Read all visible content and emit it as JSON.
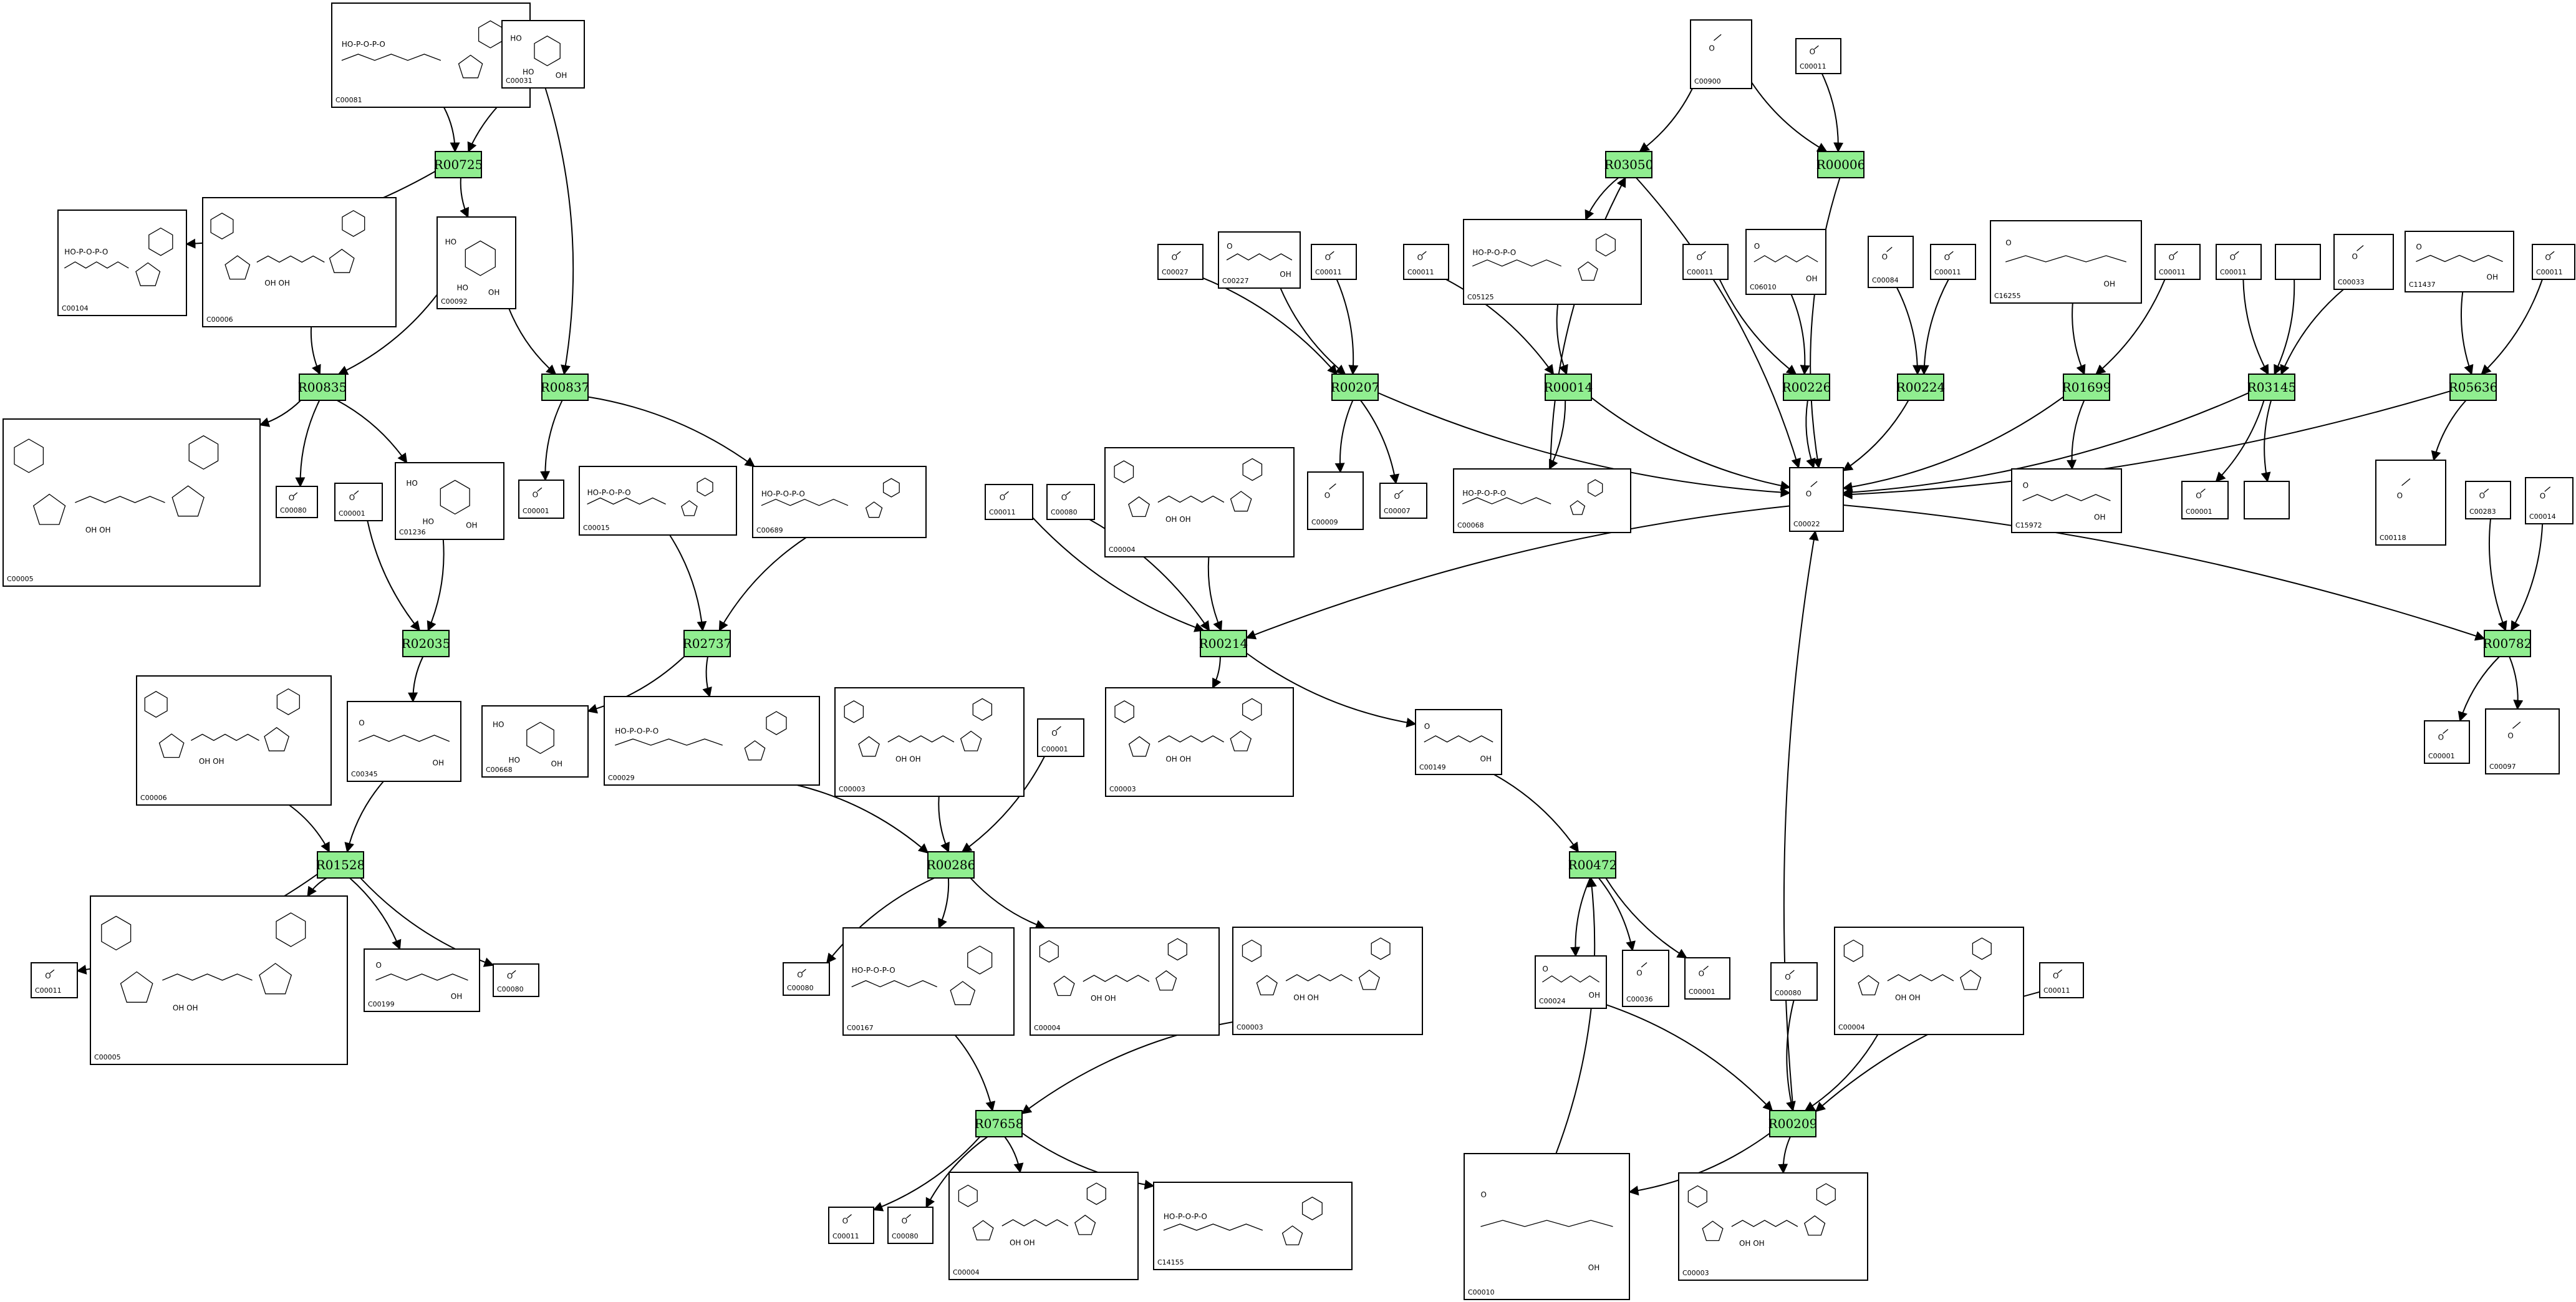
{
  "diagram": {
    "reactions": [
      {
        "id": "r00725",
        "label": "R00725"
      },
      {
        "id": "r03050",
        "label": "R03050"
      },
      {
        "id": "r00006",
        "label": "R00006"
      },
      {
        "id": "r00835",
        "label": "R00835"
      },
      {
        "id": "r00837",
        "label": "R00837"
      },
      {
        "id": "r00207",
        "label": "R00207"
      },
      {
        "id": "r00014",
        "label": "R00014"
      },
      {
        "id": "r00226",
        "label": "R00226"
      },
      {
        "id": "r00224",
        "label": "R00224"
      },
      {
        "id": "r01699",
        "label": "R01699"
      },
      {
        "id": "r03145",
        "label": "R03145"
      },
      {
        "id": "r05636",
        "label": "R05636"
      },
      {
        "id": "r02035",
        "label": "R02035"
      },
      {
        "id": "r02737",
        "label": "R02737"
      },
      {
        "id": "r00214",
        "label": "R00214"
      },
      {
        "id": "r00782",
        "label": "R00782"
      },
      {
        "id": "r01528",
        "label": "R01528"
      },
      {
        "id": "r00286",
        "label": "R00286"
      },
      {
        "id": "r00472",
        "label": "R00472"
      },
      {
        "id": "r07658",
        "label": "R07658"
      },
      {
        "id": "r00209",
        "label": "R00209"
      }
    ],
    "compounds": [
      {
        "id": "c_ditp",
        "label": "C00081"
      },
      {
        "id": "c_glc",
        "label": "C00031"
      },
      {
        "id": "c_itp",
        "label": "C00104"
      },
      {
        "id": "c_nadp1",
        "label": "C00006"
      },
      {
        "id": "c_g6p1",
        "label": "C00092"
      },
      {
        "id": "c_nadph1",
        "label": "C00005"
      },
      {
        "id": "c_h1",
        "label": "C00080"
      },
      {
        "id": "c_h2o1",
        "label": "C00001"
      },
      {
        "id": "c_6pg",
        "label": "C01236"
      },
      {
        "id": "c_h2o2",
        "label": "C00001"
      },
      {
        "id": "c_udpglc1",
        "label": "C00015"
      },
      {
        "id": "c_udpglc2",
        "label": "C00689"
      },
      {
        "id": "c_6pgnt",
        "label": "C00345"
      },
      {
        "id": "c_nadp2",
        "label": "C00006"
      },
      {
        "id": "c_gala",
        "label": "C00668"
      },
      {
        "id": "c_udpg",
        "label": "C00029"
      },
      {
        "id": "c_nadph2",
        "label": "C00005"
      },
      {
        "id": "c_co2a",
        "label": "C00011"
      },
      {
        "id": "c_ru5p",
        "label": "C00199"
      },
      {
        "id": "c_h3",
        "label": "C00080"
      },
      {
        "id": "c_ac",
        "label": "C00900"
      },
      {
        "id": "c_co2b",
        "label": "C00011"
      },
      {
        "id": "c_h2o2x",
        "label": "C00027"
      },
      {
        "id": "c_acp",
        "label": "C00227"
      },
      {
        "id": "c_co2c",
        "label": "C00011"
      },
      {
        "id": "c_co2d",
        "label": "C00011"
      },
      {
        "id": "c_thdp",
        "label": "C05125"
      },
      {
        "id": "c_co2e",
        "label": "C00011"
      },
      {
        "id": "c_c06010",
        "label": "C06010"
      },
      {
        "id": "c_acald",
        "label": "C00084"
      },
      {
        "id": "c_co2f",
        "label": "C00011"
      },
      {
        "id": "c_c16255",
        "label": "C16255"
      },
      {
        "id": "c_co2g",
        "label": "C00011"
      },
      {
        "id": "c_co2h",
        "label": "C00011"
      },
      {
        "id": "c_empty1",
        "label": ""
      },
      {
        "id": "c_acetate",
        "label": "C00033"
      },
      {
        "id": "c_c11437",
        "label": "C11437"
      },
      {
        "id": "c_co2i",
        "label": "C00011"
      },
      {
        "id": "c_pi",
        "label": "C00009"
      },
      {
        "id": "c_o2",
        "label": "C00007"
      },
      {
        "id": "c_thdp2",
        "label": "C00068"
      },
      {
        "id": "c_pyr",
        "label": "C00022"
      },
      {
        "id": "c_c15972",
        "label": "C15972"
      },
      {
        "id": "c_h2o3",
        "label": "C00001"
      },
      {
        "id": "c_empty2",
        "label": ""
      },
      {
        "id": "c_c00118",
        "label": "C00118"
      },
      {
        "id": "c_h2s",
        "label": "C00283"
      },
      {
        "id": "c_nh3",
        "label": "C00014"
      },
      {
        "id": "c_co2j",
        "label": "C00011"
      },
      {
        "id": "c_h4",
        "label": "C00080"
      },
      {
        "id": "c_nadh1",
        "label": "C00004"
      },
      {
        "id": "c_nad1",
        "label": "C00003"
      },
      {
        "id": "c_mal",
        "label": "C00149"
      },
      {
        "id": "c_h2o4",
        "label": "C00001"
      },
      {
        "id": "c_cys",
        "label": "C00097"
      },
      {
        "id": "c_nad2",
        "label": "C00003"
      },
      {
        "id": "c_h2o5",
        "label": "C00001"
      },
      {
        "id": "c_h5",
        "label": "C00080"
      },
      {
        "id": "c_udpgla",
        "label": "C00167"
      },
      {
        "id": "c_nadh2",
        "label": "C00004"
      },
      {
        "id": "c_nad3",
        "label": "C00003"
      },
      {
        "id": "c_accoa",
        "label": "C00024"
      },
      {
        "id": "c_oaa",
        "label": "C00036"
      },
      {
        "id": "c_h2o6",
        "label": "C00001"
      },
      {
        "id": "c_h6",
        "label": "C00080"
      },
      {
        "id": "c_nadh3",
        "label": "C00004"
      },
      {
        "id": "c_co2k",
        "label": "C00011"
      },
      {
        "id": "c_co2l",
        "label": "C00011"
      },
      {
        "id": "c_h7",
        "label": "C00080"
      },
      {
        "id": "c_nadh4",
        "label": "C00004"
      },
      {
        "id": "c_c14155",
        "label": "C14155"
      },
      {
        "id": "c_coa",
        "label": "C00010"
      },
      {
        "id": "c_nad4",
        "label": "C00003"
      }
    ]
  }
}
